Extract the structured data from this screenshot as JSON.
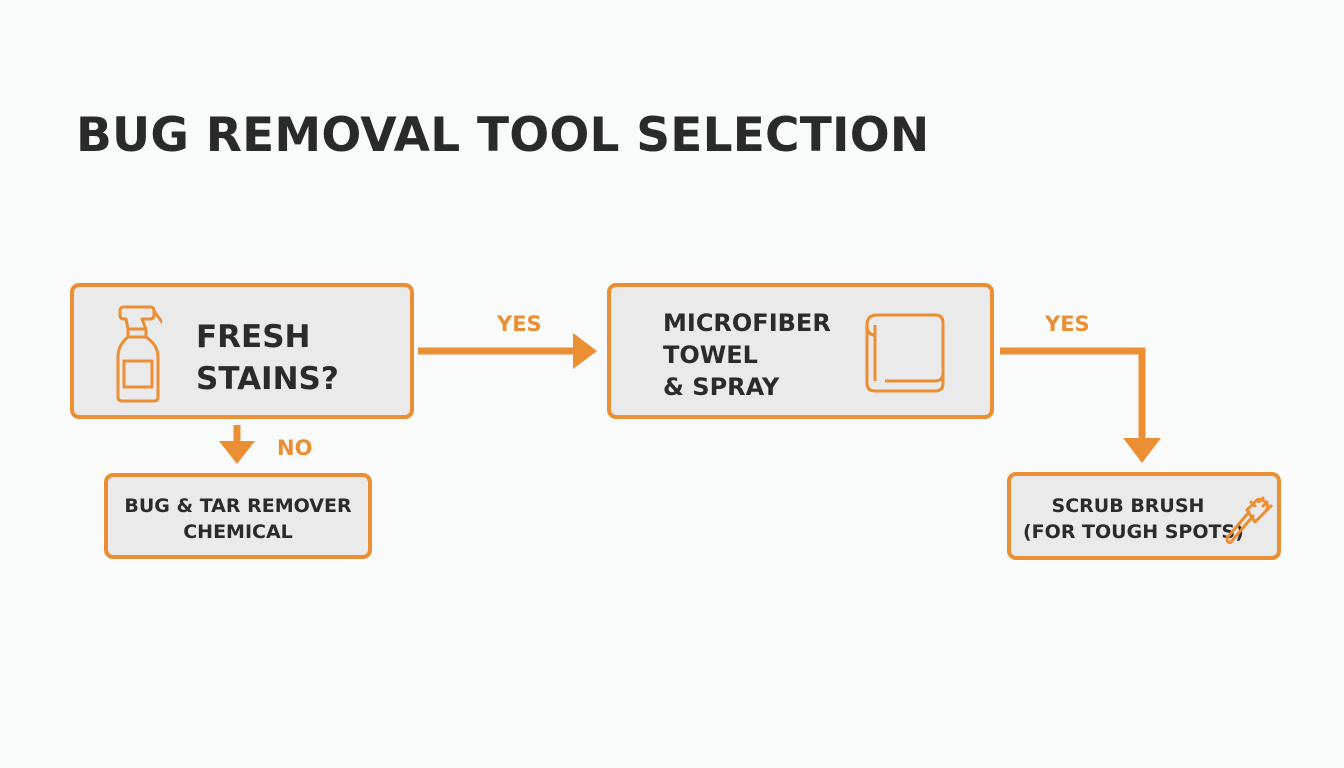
{
  "title": "BUG REMOVAL TOOL SELECTION",
  "colors": {
    "accent": "#ea8f34",
    "box_fill": "#ebeaea",
    "text": "#2b2b2b",
    "background": "#f9fafa"
  },
  "nodes": {
    "fresh_stains": {
      "lines": [
        "FRESH",
        "STAINS?"
      ],
      "icon": "spray-bottle-icon"
    },
    "microfiber": {
      "lines": [
        "MICROFIBER",
        "TOWEL",
        "& SPRAY"
      ],
      "icon": "folded-towel-icon"
    },
    "bug_tar": {
      "lines": [
        "BUG & TAR REMOVER",
        "CHEMICAL"
      ]
    },
    "scrub_brush": {
      "lines": [
        "SCRUB BRUSH",
        "(FOR TOUGH SPOTS)"
      ],
      "icon": "scrub-brush-icon"
    }
  },
  "edges": {
    "fresh_to_microfiber": "YES",
    "microfiber_to_scrub": "YES",
    "fresh_to_bug_tar": "NO"
  }
}
